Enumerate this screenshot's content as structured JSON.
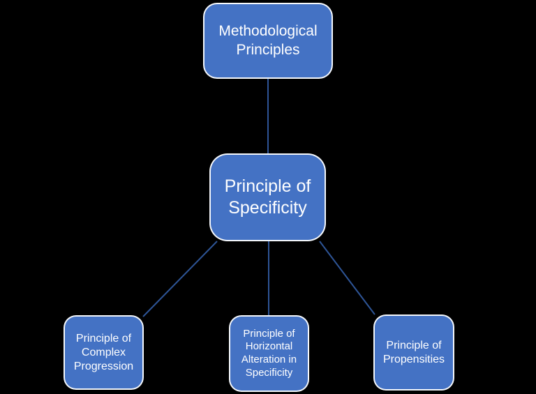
{
  "diagram": {
    "background_color": "#000000",
    "node_fill_color": "#4472C4",
    "node_border_color": "#FFFFFF",
    "node_text_color": "#FFFFFF",
    "connector_color": "#2E5597",
    "nodes": [
      {
        "id": "methodological-principles",
        "label": "Methodological Principles"
      },
      {
        "id": "principle-of-specificity",
        "label": "Principle of Specificity"
      },
      {
        "id": "principle-of-complex-progression",
        "label": "Principle of Complex Progression"
      },
      {
        "id": "principle-of-horizontal-alteration-in-specificity",
        "label": "Principle of Horizontal Alteration in Specificity"
      },
      {
        "id": "principle-of-propensities",
        "label": "Principle of Propensities"
      }
    ],
    "connectors": [
      {
        "from": "methodological-principles",
        "to": "principle-of-specificity"
      },
      {
        "from": "principle-of-specificity",
        "to": "principle-of-complex-progression"
      },
      {
        "from": "principle-of-specificity",
        "to": "principle-of-horizontal-alteration-in-specificity"
      },
      {
        "from": "principle-of-specificity",
        "to": "principle-of-propensities"
      }
    ]
  }
}
